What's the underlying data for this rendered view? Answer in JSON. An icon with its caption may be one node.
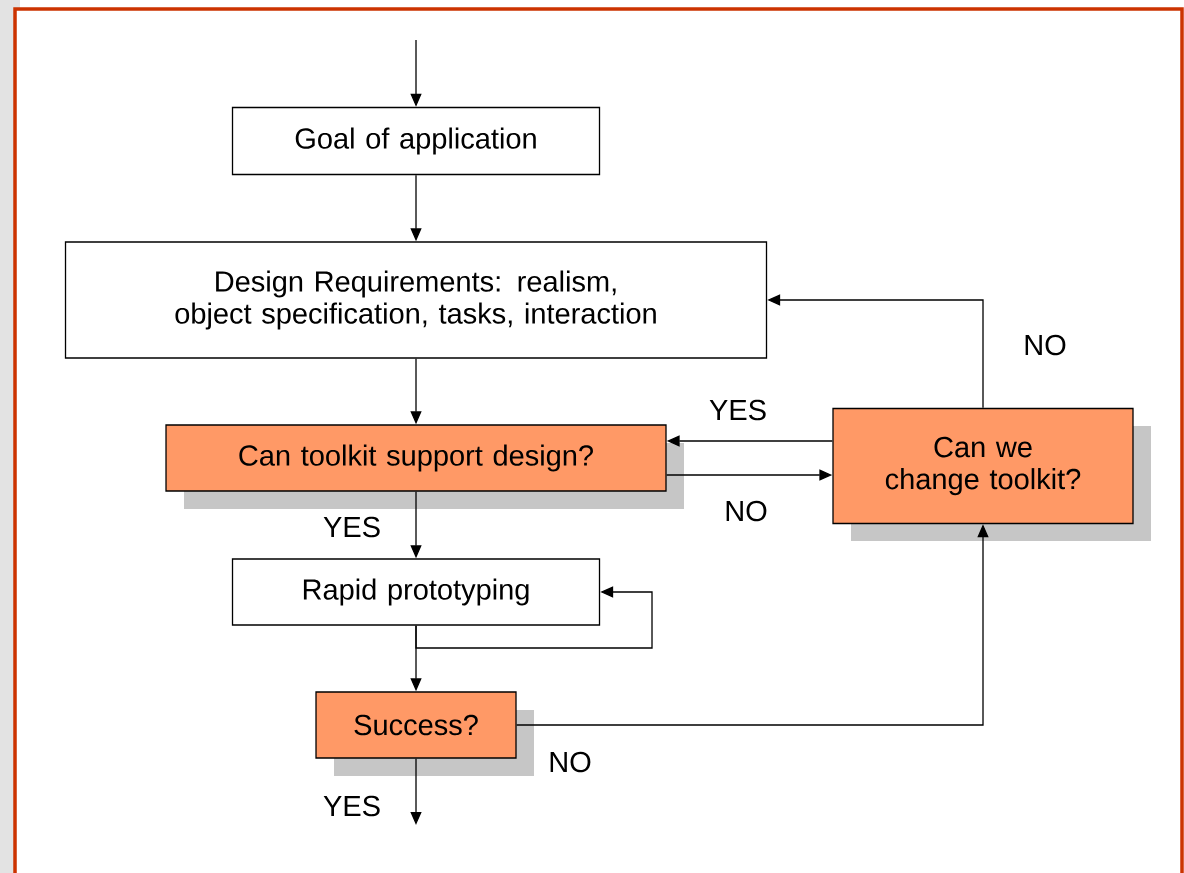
{
  "diagram": {
    "nodes": [
      {
        "text": [
          "Goal of application"
        ]
      },
      {
        "text": [
          "Design Requirements: realism, object specification, tasks, interaction"
        ]
      },
      {
        "text": [
          "Can toolkit support design?"
        ]
      },
      {
        "text": [
          "Can we change toolkit?"
        ]
      },
      {
        "text": [
          "Rapid prototyping"
        ]
      },
      {
        "text": [
          "Success?"
        ]
      }
    ],
    "edges": [
      {
        "from": null,
        "to": 0,
        "arrow": "to"
      },
      {
        "from": 0,
        "to": 1,
        "arrow": "to"
      },
      {
        "from": 1,
        "to": 2,
        "arrow": "to"
      },
      {
        "from": 2,
        "to": 4,
        "arrow": "to",
        "label": "YES"
      },
      {
        "from": 2,
        "to": 3,
        "arrow": "to",
        "label": "NO"
      },
      {
        "from": 3,
        "to": 2,
        "arrow": "to",
        "label": "YES"
      },
      {
        "from": 3,
        "to": 1,
        "arrow": "to",
        "label": "NO"
      },
      {
        "from": 4,
        "to": 4,
        "arrow": "to"
      },
      {
        "from": 4,
        "to": 5,
        "arrow": "to"
      },
      {
        "from": 5,
        "to": 3,
        "arrow": "to",
        "label": "NO"
      },
      {
        "from": 5,
        "to": null,
        "arrow": "to",
        "label": "YES"
      }
    ]
  }
}
